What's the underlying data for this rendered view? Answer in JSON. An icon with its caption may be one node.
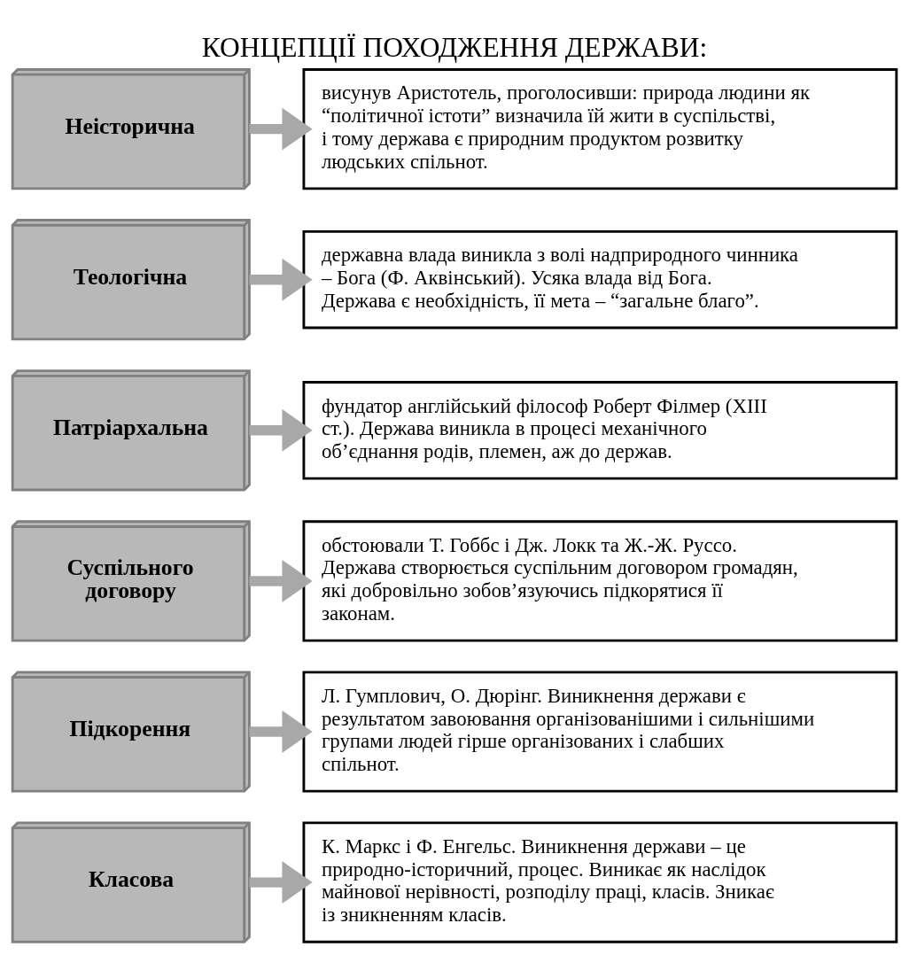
{
  "diagram": {
    "title": "КОНЦЕПЦІЇ ПОХОДЖЕННЯ ДЕРЖАВИ:",
    "nodes": [
      {
        "text": [
          "Неісторична"
        ]
      },
      {
        "text": [
          "висунув Аристотель, проголосивши: природа людини як “політичної істоти” визначила їй жити в суспільстві, і тому держава є природним продуктом розвитку людських спільнот."
        ]
      },
      {
        "text": [
          "Теологічна"
        ]
      },
      {
        "text": [
          "державна влада виникла з волі надприродного чинника – Бога (Ф. Аквінський). Усяка влада від Бога. Держава є необхідність, її мета – “загальне благо”."
        ]
      },
      {
        "text": [
          "Патріархальна"
        ]
      },
      {
        "text": [
          "фундатор англійський філософ Роберт Філмер (XIII ст.). Держава виникла в процесі механічного об’єднання родів, племен, аж до держав."
        ]
      },
      {
        "text": [
          "Суспільного договору"
        ]
      },
      {
        "text": [
          "обстоювали Т. Гоббс і Дж. Локк та Ж.-Ж. Руссо. Держава створюється суспільним договором громадян, які добровільно зобов’язуючись підкорятися її законам."
        ]
      },
      {
        "text": [
          "Підкорення"
        ]
      },
      {
        "text": [
          "Л. Гумплович, О. Дюрінг. Виникнення держави є результатом завоювання організованішими і сильнішими групами людей гірше організованих і слабших спільнот."
        ]
      },
      {
        "text": [
          "Класова"
        ]
      },
      {
        "text": [
          "К. Маркс і Ф. Енгельс. Виникнення держави – це природно-історичний, процес. Виникає як наслідок майнової нерівності, розподілу праці, класів. Зникає із зникненням класів."
        ]
      }
    ],
    "edges": [
      {
        "from": 0,
        "to": 1,
        "arrow": "to"
      },
      {
        "from": 2,
        "to": 3,
        "arrow": "to"
      },
      {
        "from": 4,
        "to": 5,
        "arrow": "to"
      },
      {
        "from": 6,
        "to": 7,
        "arrow": "to"
      },
      {
        "from": 8,
        "to": 9,
        "arrow": "to"
      },
      {
        "from": 10,
        "to": 11,
        "arrow": "to"
      }
    ]
  }
}
